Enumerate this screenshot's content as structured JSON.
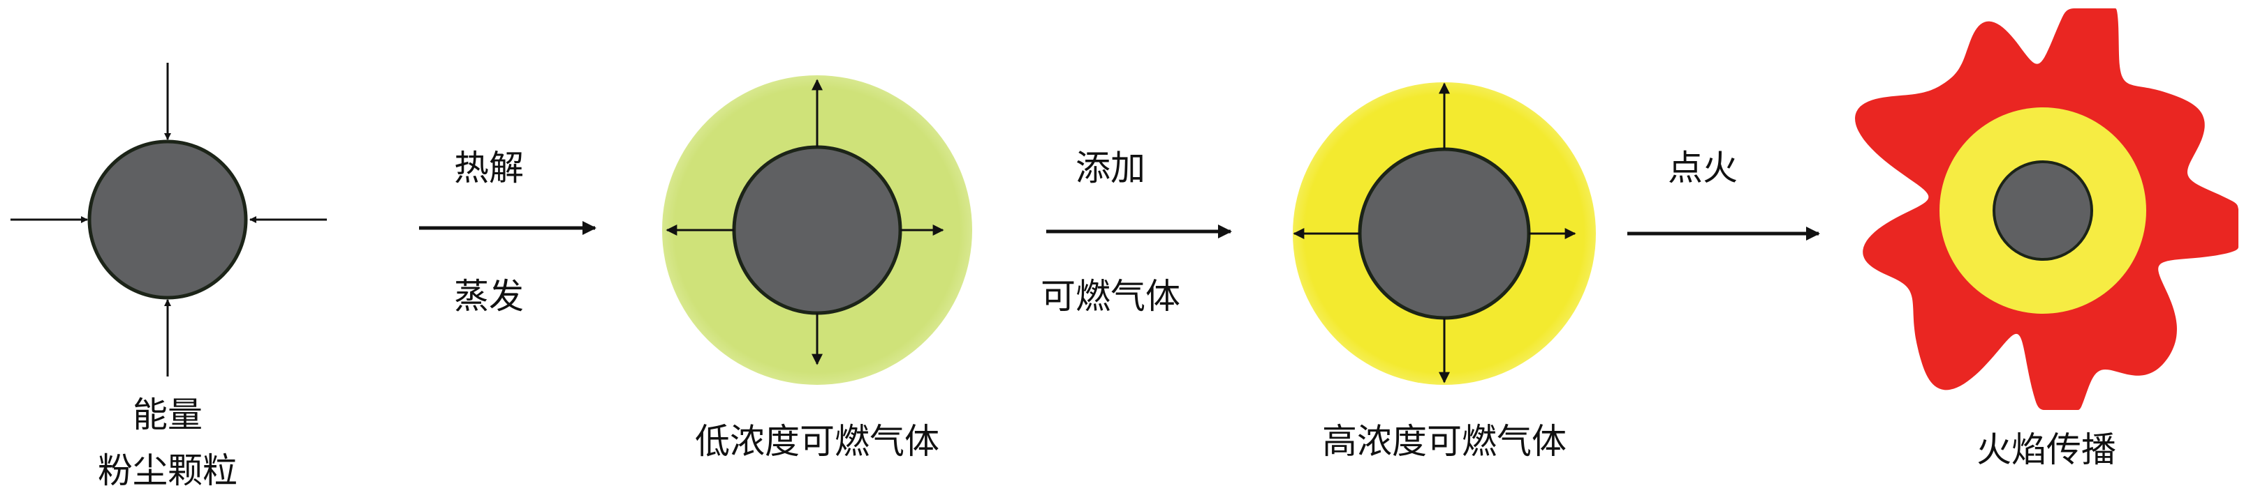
{
  "stages": [
    {
      "id": "particle",
      "lines": [
        "能量",
        "粉尘颗粒"
      ]
    },
    {
      "id": "low",
      "label": "低浓度可燃气体"
    },
    {
      "id": "high",
      "label": "高浓度可燃气体"
    },
    {
      "id": "flame",
      "label": "火焰传播"
    }
  ],
  "transitions": [
    {
      "above": "热解",
      "below": "蒸发"
    },
    {
      "above": "添加",
      "below": "可燃气体"
    },
    {
      "above": "点火",
      "below": ""
    }
  ],
  "colors": {
    "particle": "#5f6062",
    "particle_edge": "#1c2418",
    "low_gas": "#cfe279",
    "high_gas": "#f3ea2f",
    "flame": "#ea2622",
    "flame_core": "#f6ec43",
    "arrow": "#111111"
  }
}
